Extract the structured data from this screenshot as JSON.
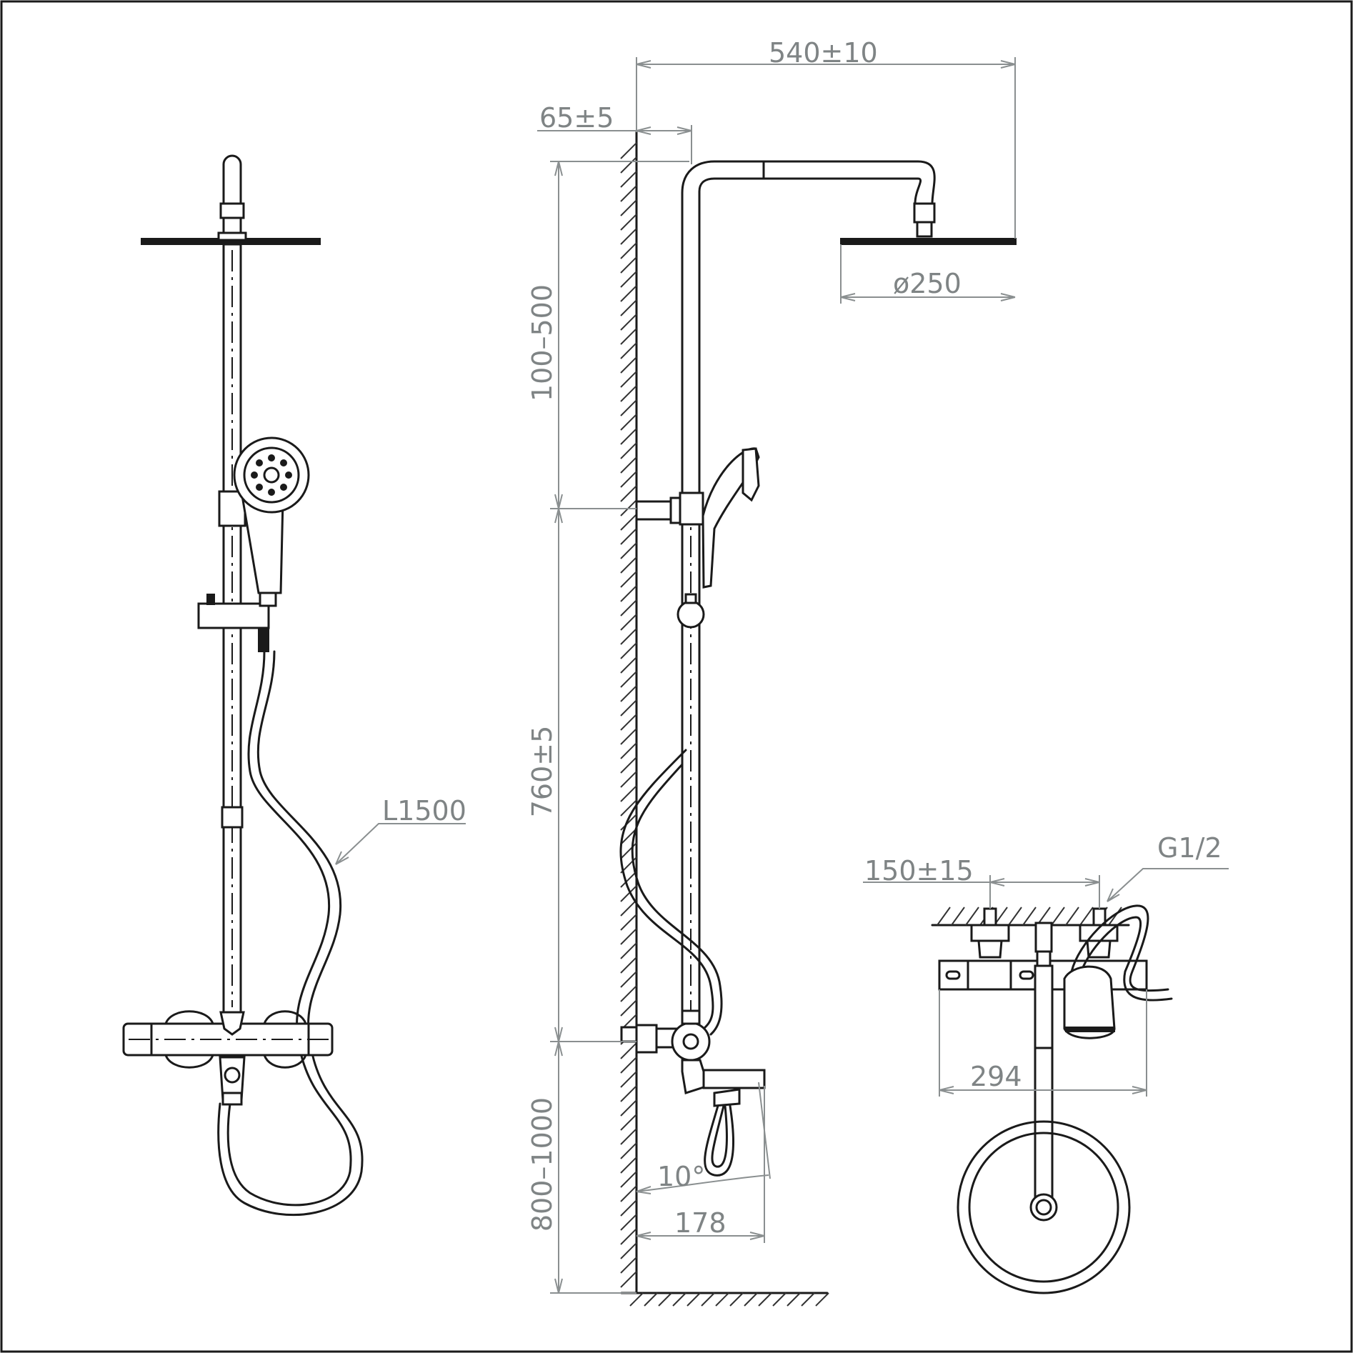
{
  "dimensions": {
    "arm_reach": "540±10",
    "wall_offset": "65±5",
    "top_range": "100–500",
    "rail_height": "760±5",
    "floor_height": "800–1000",
    "head_diameter": "ø250",
    "hose_length": "L1500",
    "spout_angle": "10°",
    "spout_reach": "178",
    "inlet_spacing": "150±15",
    "thread_size": "G1/2",
    "valve_width": "294"
  },
  "colors": {
    "line": "#1a1a1a",
    "dimension": "#8a8f90",
    "background": "#ffffff"
  }
}
